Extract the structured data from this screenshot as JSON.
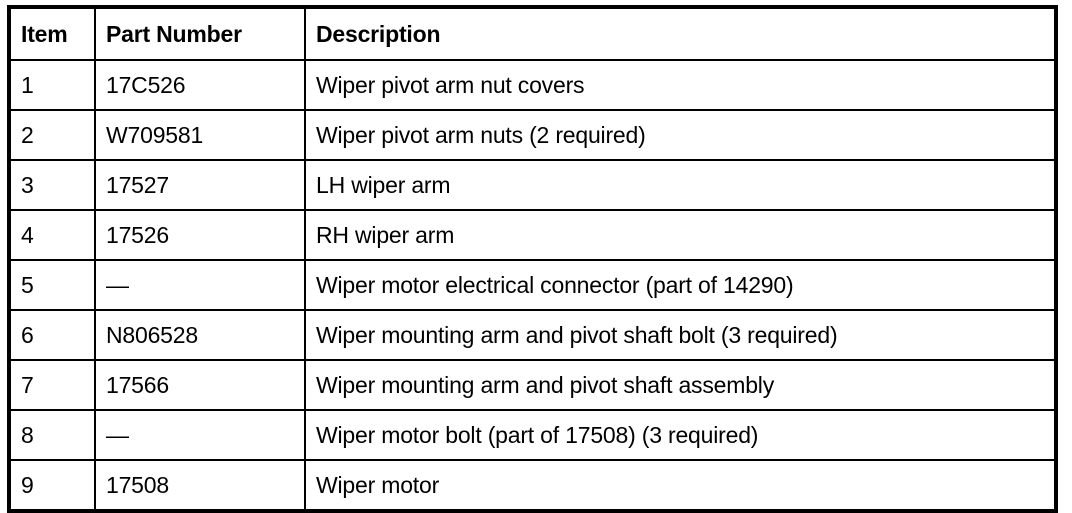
{
  "table": {
    "columns": [
      {
        "key": "item",
        "label": "Item"
      },
      {
        "key": "part_number",
        "label": "Part Number"
      },
      {
        "key": "description",
        "label": "Description"
      }
    ],
    "rows": [
      {
        "item": "1",
        "part_number": "17C526",
        "description": "Wiper pivot arm nut covers"
      },
      {
        "item": "2",
        "part_number": "W709581",
        "description": "Wiper pivot arm nuts (2 required)"
      },
      {
        "item": "3",
        "part_number": "17527",
        "description": "LH wiper arm"
      },
      {
        "item": "4",
        "part_number": "17526",
        "description": "RH wiper arm"
      },
      {
        "item": "5",
        "part_number": "—",
        "description": "Wiper motor electrical connector (part of 14290)"
      },
      {
        "item": "6",
        "part_number": "N806528",
        "description": "Wiper mounting arm and pivot shaft bolt (3 required)"
      },
      {
        "item": "7",
        "part_number": "17566",
        "description": "Wiper mounting arm and pivot shaft assembly"
      },
      {
        "item": "8",
        "part_number": "—",
        "description": "Wiper motor bolt (part of 17508) (3 required)"
      },
      {
        "item": "9",
        "part_number": "17508",
        "description": "Wiper motor"
      }
    ]
  },
  "colors": {
    "text": "#000000",
    "background": "#ffffff",
    "rule": "#000000"
  }
}
